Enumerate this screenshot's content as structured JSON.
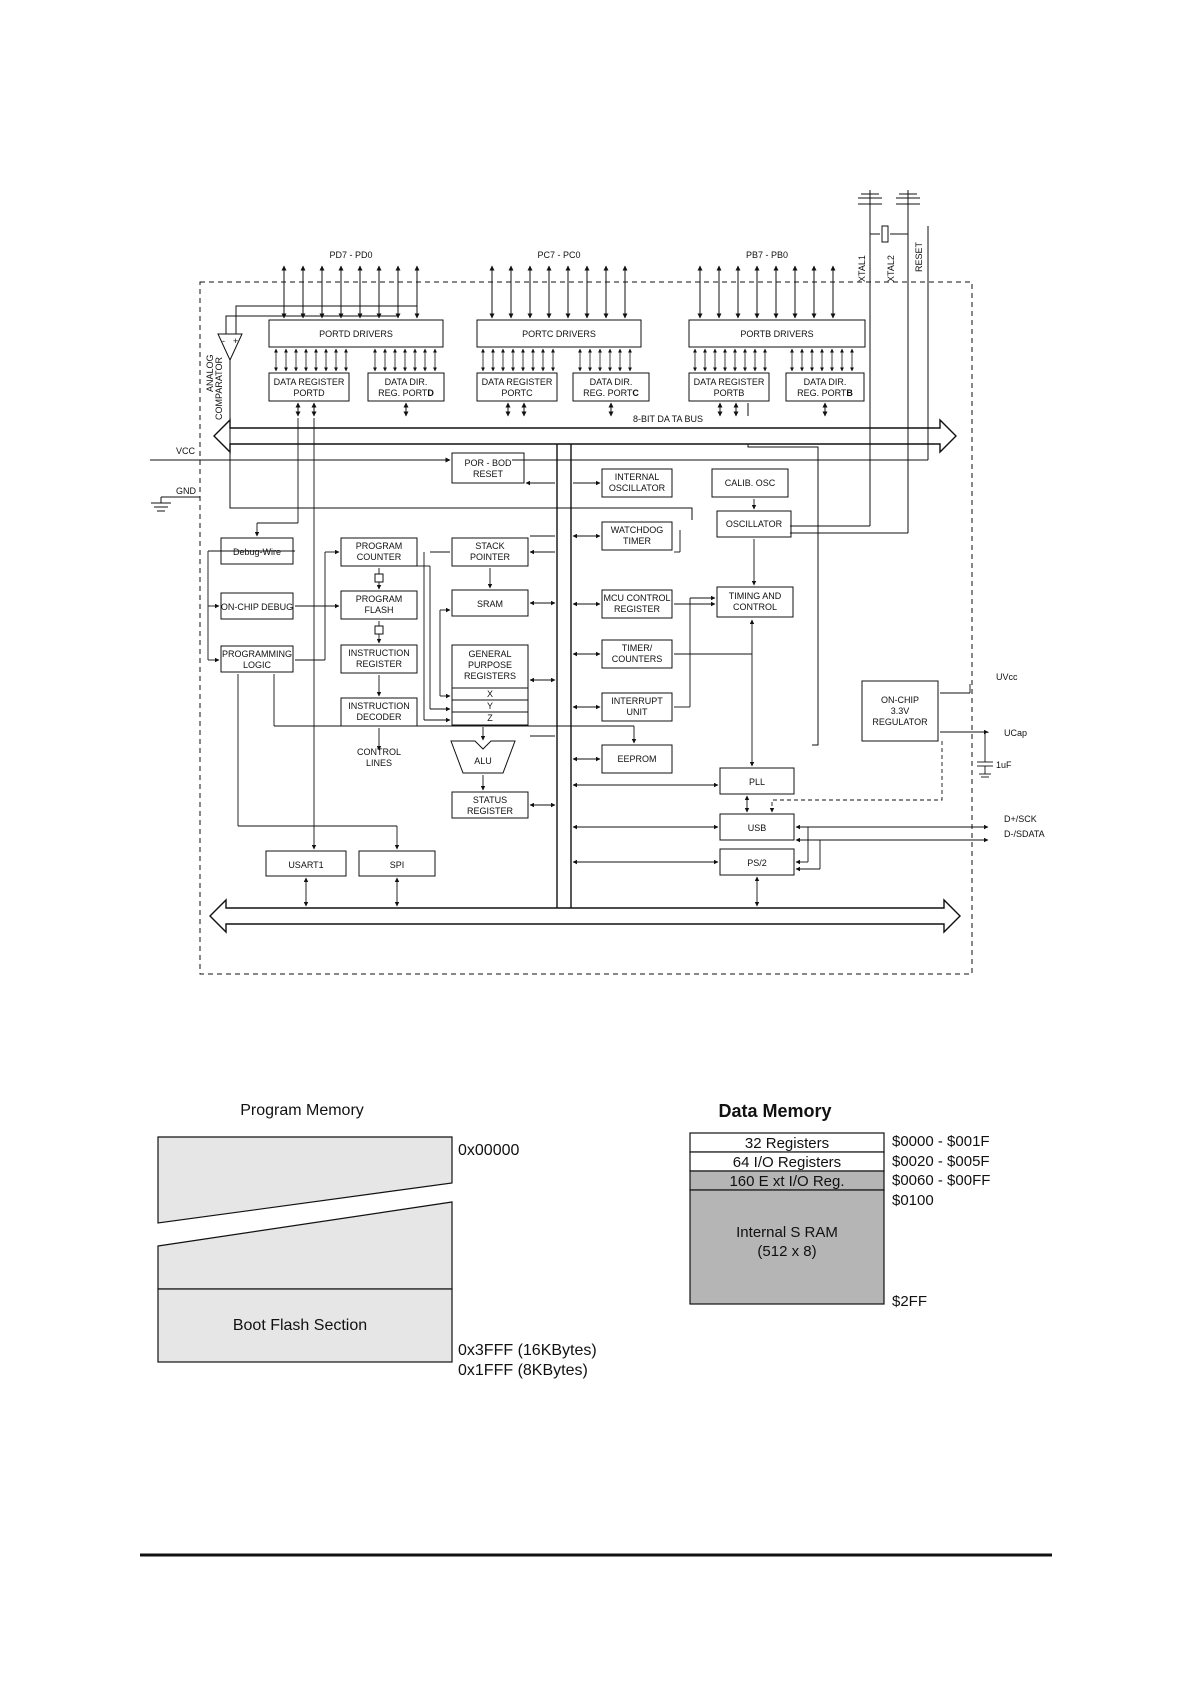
{
  "block_diagram": {
    "port_labels": {
      "portd": "PD7 - PD0",
      "portc": "PC7 - PC0",
      "portb": "PB7 - PB0"
    },
    "drivers": {
      "portd": "PORTD DRIVERS",
      "portc": "PORTC DRIVERS",
      "portb": "PORTB DRIVERS"
    },
    "data_register": "DATA REGISTER",
    "data_dir": "DATA DIR.",
    "reg_port": "REG. PORT",
    "port_suffix": {
      "d": "D",
      "c": "C",
      "b": "B"
    },
    "portd": "PORTD",
    "portc": "PORTC",
    "portb": "PORTB",
    "bus_8bit": "8-BIT DA TA BUS",
    "analog_comparator_1": "ANALOG",
    "analog_comparator_2": "COMPARATOR",
    "comparator_minus": "-",
    "comparator_plus": "+",
    "vcc": "VCC",
    "gnd": "GND",
    "xtal1": "XTAL1",
    "xtal2": "XTAL2",
    "reset": "RESET",
    "por_bod_1": "POR - BOD",
    "por_bod_2": "RESET",
    "internal_osc_1": "INTERNAL",
    "internal_osc_2": "OSCILLATOR",
    "calib_osc": "CALIB. OSC",
    "watchdog_1": "WATCHDOG",
    "watchdog_2": "TIMER",
    "oscillator": "OSCILLATOR",
    "debug_wire": "Debug-Wire",
    "program_counter_1": "PROGRAM",
    "program_counter_2": "COUNTER",
    "stack_pointer_1": "STACK",
    "stack_pointer_2": "POINTER",
    "on_chip_debug": "ON-CHIP DEBUG",
    "program_flash_1": "PROGRAM",
    "program_flash_2": "FLASH",
    "sram": "SRAM",
    "mcu_control_1": "MCU CONTROL",
    "mcu_control_2": "REGISTER",
    "timing_control_1": "TIMING AND",
    "timing_control_2": "CONTROL",
    "programming_logic_1": "PROGRAMMING",
    "programming_logic_2": "LOGIC",
    "instruction_register_1": "INSTRUCTION",
    "instruction_register_2": "REGISTER",
    "gpr_1": "GENERAL",
    "gpr_2": "PURPOSE",
    "gpr_3": "REGISTERS",
    "gpr_x": "X",
    "gpr_y": "Y",
    "gpr_z": "Z",
    "timer_counters_1": "TIMER/",
    "timer_counters_2": "COUNTERS",
    "instruction_decoder_1": "INSTRUCTION",
    "instruction_decoder_2": "DECODER",
    "interrupt_unit_1": "INTERRUPT",
    "interrupt_unit_2": "UNIT",
    "control_lines_1": "CONTROL",
    "control_lines_2": "LINES",
    "alu": "ALU",
    "eeprom": "EEPROM",
    "regulator_1": "ON-CHIP",
    "regulator_2": "3.3V",
    "regulator_3": "REGULATOR",
    "uvcc": "UVcc",
    "ucap": "UCap",
    "cap_value": "1uF",
    "status_register_1": "STATUS",
    "status_register_2": "REGISTER",
    "pll": "PLL",
    "usb": "USB",
    "ps2": "PS/2",
    "usart1": "USART1",
    "spi": "SPI",
    "d_plus": "D+/SCK",
    "d_minus": "D-/SDATA"
  },
  "program_memory": {
    "title": "Program Memory",
    "start_address": "0x00000",
    "boot_section": "Boot Flash Section",
    "end_16k": "0x3FFF (16KBytes)",
    "end_8k": "0x1FFF (8KBytes)"
  },
  "data_memory": {
    "title": "Data  Memory",
    "rows": [
      {
        "label": "32  Registers",
        "range": "$0000  -  $001F",
        "shade": "white"
      },
      {
        "label": "64 I/O   Registers",
        "range": "$0020  -  $005F",
        "shade": "white"
      },
      {
        "label": "160 E xt I/O   Reg.",
        "range": "$0060  -  $00FF",
        "shade": "gray"
      }
    ],
    "sram_line1": "Internal S RAM",
    "sram_line2": "(512  x  8)",
    "sram_start": "$0100",
    "sram_end": "$2FF"
  },
  "colors": {
    "line": "#111111",
    "pm_fill": "#e6e6e6",
    "dm_fill": "#b5b5b5",
    "dm_light": "#ffffff"
  }
}
